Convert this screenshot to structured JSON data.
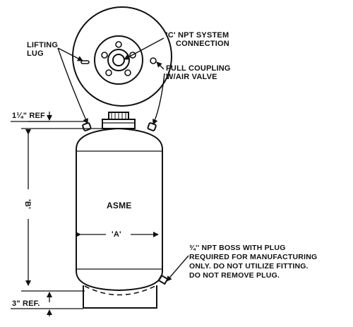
{
  "labels": {
    "lifting_lug_line1": "LIFTING",
    "lifting_lug_line2": "LUG",
    "npt_connection_line1": "'C' NPT SYSTEM",
    "npt_connection_line2": "CONNECTION",
    "full_coupling_line1": "FULL COUPLING",
    "full_coupling_line2": "W/AIR VALVE",
    "top_ref": "1¼\" REF",
    "bottom_ref": "3\" REF.",
    "dim_b": "'B'",
    "dim_a": "'A'",
    "asme": "ASME",
    "note_line1": "¾'' NPT BOSS WITH PLUG",
    "note_line2": "REQUIRED FOR MANUFACTURING",
    "note_line3": "ONLY. DO NOT UTILIZE FITTING.",
    "note_line4": "DO NOT REMOVE PLUG."
  },
  "colors": {
    "ink": "#111111",
    "paper": "#ffffff"
  }
}
